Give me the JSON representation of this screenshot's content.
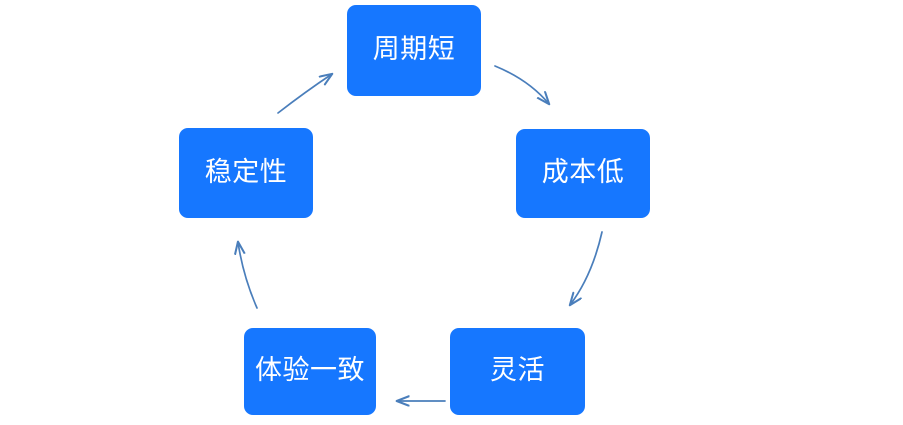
{
  "diagram": {
    "type": "cycle",
    "direction": "clockwise",
    "background": "#ffffff",
    "node_fill": "#1677ff",
    "node_text_color": "#ffffff",
    "arrow_color": "#4a7ebb",
    "nodes": [
      {
        "id": "top",
        "label": "周期短"
      },
      {
        "id": "right",
        "label": "成本低"
      },
      {
        "id": "bottomright",
        "label": "灵活"
      },
      {
        "id": "bottomleft",
        "label": "体验一致"
      },
      {
        "id": "left",
        "label": "稳定性"
      }
    ],
    "arrows": [
      {
        "id": "top-to-right",
        "from": "周期短",
        "to": "成本低",
        "direction": "down-right"
      },
      {
        "id": "right-to-bottomright",
        "from": "成本低",
        "to": "灵活",
        "direction": "down-left"
      },
      {
        "id": "bottomright-to-bottomleft",
        "from": "灵活",
        "to": "体验一致",
        "direction": "left"
      },
      {
        "id": "bottomleft-to-left",
        "from": "体验一致",
        "to": "稳定性",
        "direction": "up"
      },
      {
        "id": "left-to-top",
        "from": "稳定性",
        "to": "周期短",
        "direction": "up-right"
      }
    ]
  }
}
